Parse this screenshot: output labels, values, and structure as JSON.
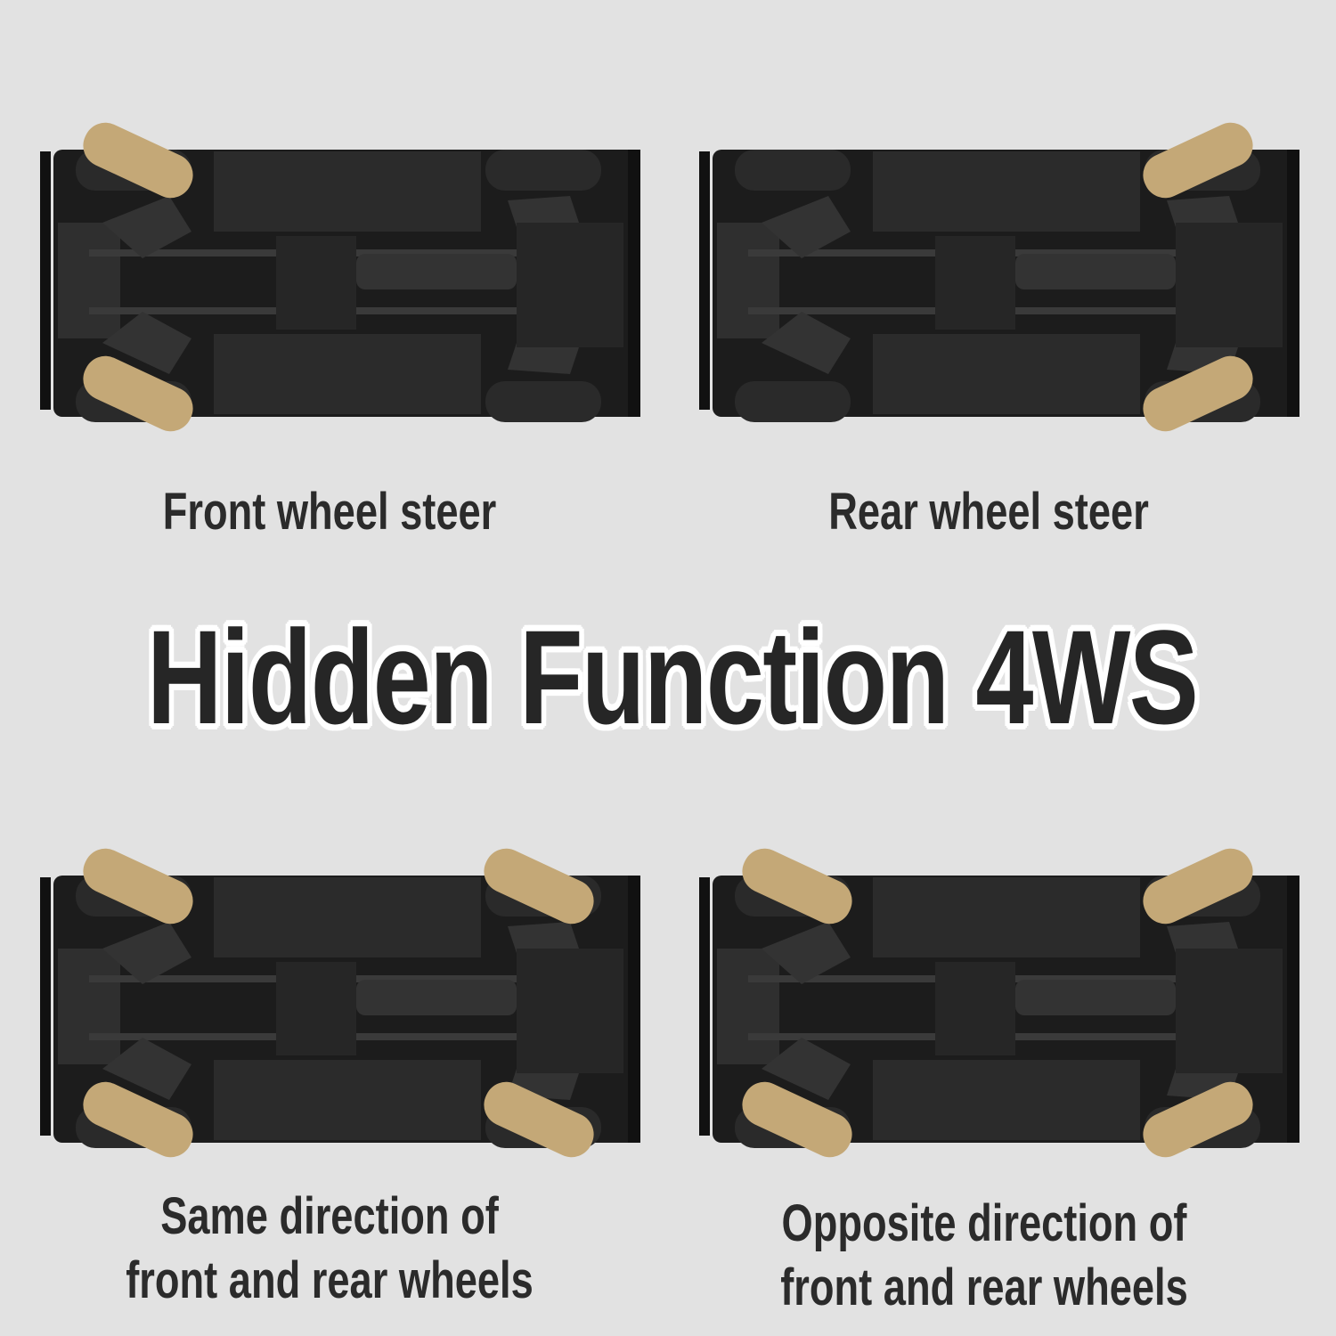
{
  "headline": "Hidden Function 4WS",
  "panels": [
    {
      "caption_lines": [
        "Front wheel steer"
      ],
      "front_tilt": "angled",
      "rear_tilt": "straight"
    },
    {
      "caption_lines": [
        "Rear wheel steer"
      ],
      "front_tilt": "straight",
      "rear_tilt": "angled"
    },
    {
      "caption_lines": [
        "Same direction of",
        "front and rear wheels"
      ],
      "front_tilt": "angled",
      "rear_tilt": "angled-same"
    },
    {
      "caption_lines": [
        "Opposite direction of",
        "front and rear wheels"
      ],
      "front_tilt": "angled",
      "rear_tilt": "angled-opposite"
    }
  ],
  "colors": {
    "background": "#e2e2e2",
    "chassis": "#1c1c1c",
    "tire_highlight": "#c4a877",
    "tire_dark": "#2a2a2a",
    "text": "#2b2b2b"
  }
}
